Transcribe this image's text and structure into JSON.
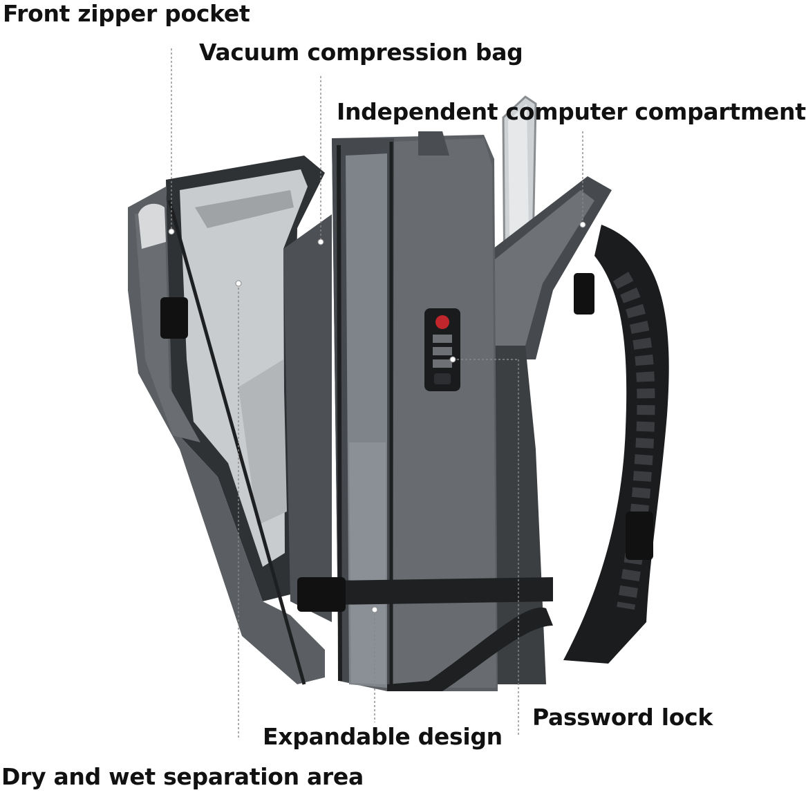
{
  "image": {
    "subject": "backpack",
    "callouts": [
      {
        "id": "front",
        "text": "Front zipper pocket"
      },
      {
        "id": "vacuum",
        "text": "Vacuum compression bag"
      },
      {
        "id": "indep",
        "text": "Independent computer compartment"
      },
      {
        "id": "password",
        "text": "Password lock"
      },
      {
        "id": "expand",
        "text": "Expandable design"
      },
      {
        "id": "dry",
        "text": "Dry and wet separation area"
      }
    ]
  },
  "colors": {
    "body_gray": "#5b5f63",
    "dark_gray": "#2f3235",
    "strap_black": "#1b1c1e",
    "mesh_light": "#c9ccce",
    "leader_line": "#888888"
  }
}
